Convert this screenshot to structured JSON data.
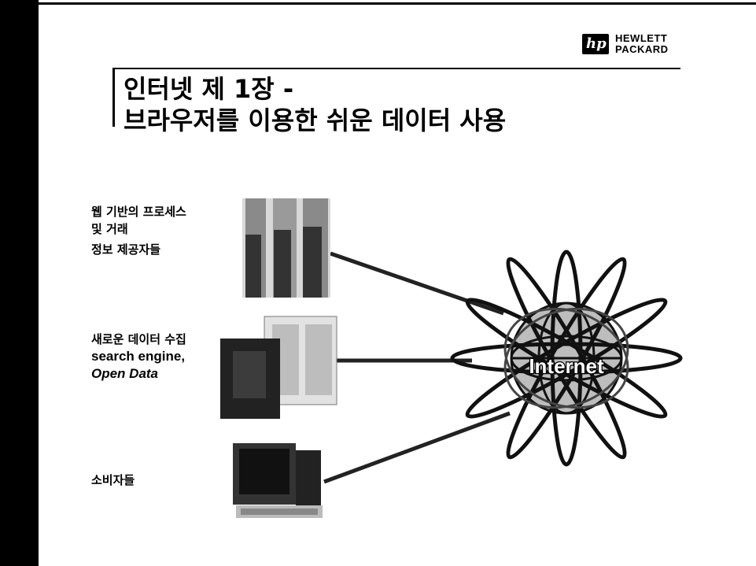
{
  "slide": {
    "title_line1": "인터넷 제 1장 -",
    "title_line2": "브라우저를 이용한 쉬운 데이터 사용"
  },
  "logo": {
    "line1": "HEWLETT",
    "line2": "PACKARD",
    "mark": "hp"
  },
  "groups": [
    {
      "lines": [
        "웹 기반의 프로세스",
        "및 거래",
        "정보 제공자들"
      ]
    },
    {
      "lines": [
        "새로운 데이터 수집",
        "search engine,",
        "Open Data"
      ]
    },
    {
      "lines": [
        "소비자들"
      ]
    }
  ],
  "hub": {
    "label": "Internet"
  },
  "icons": [
    "server-tower-icon",
    "server-rack-icon",
    "desktop-computer-icon",
    "internet-globe-icon"
  ]
}
